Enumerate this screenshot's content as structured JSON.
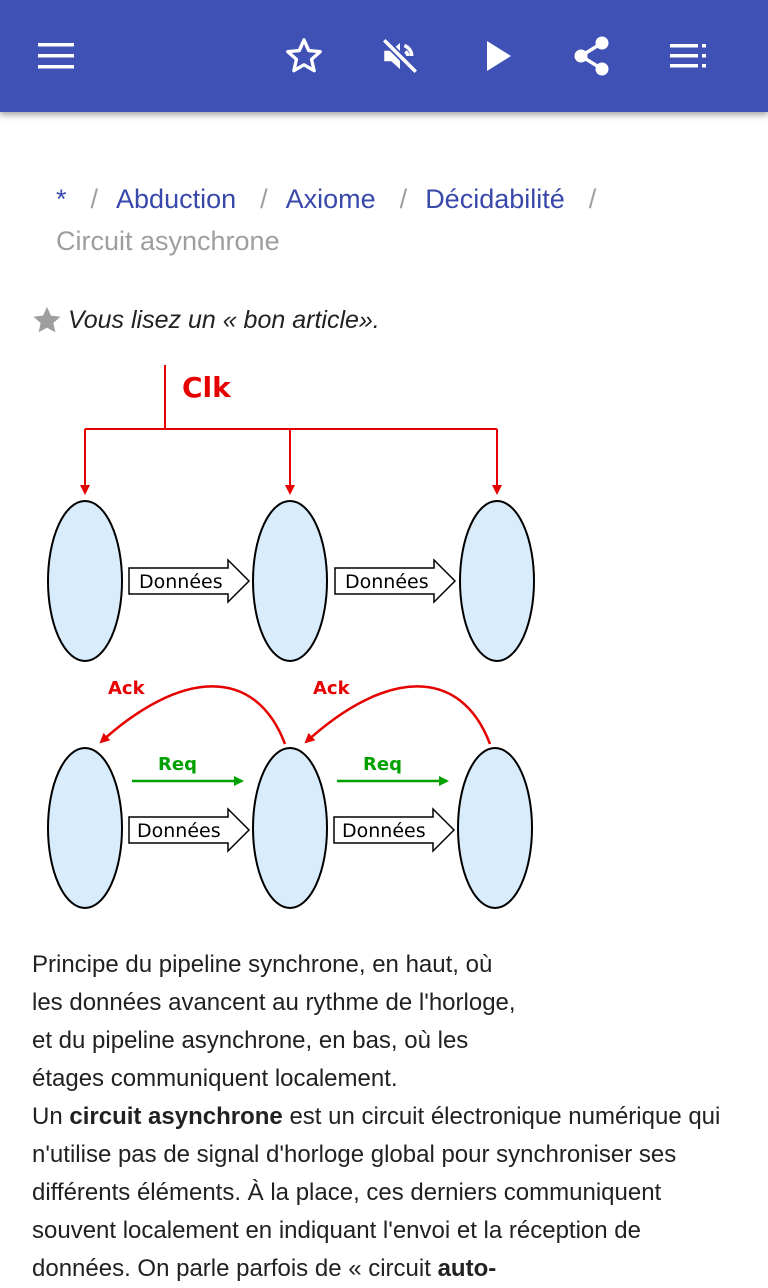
{
  "appbar": {
    "bg_color": "#3f51b5",
    "icons": [
      "menu-icon",
      "star-outline-icon",
      "volume-off-icon",
      "play-icon",
      "share-icon",
      "list-icon"
    ]
  },
  "breadcrumb": {
    "items": [
      "*",
      "Abduction",
      "Axiome",
      "Décidabilité"
    ],
    "separator": "/",
    "current": "Circuit asynchrone",
    "link_color": "#3949ab"
  },
  "good_article": {
    "text": "Vous lisez un « bon article»."
  },
  "diagram": {
    "clk_label": "Clk",
    "data_label": "Données",
    "ack_label": "Ack",
    "req_label": "Req",
    "colors": {
      "clk": "#e60000",
      "ack": "#e60000",
      "req": "#00a000",
      "stage_fill": "#d9ecfb"
    }
  },
  "caption": {
    "lines": [
      "Principe du pipeline synchrone, en haut, où",
      "les données avancent au rythme de l'horloge,",
      "et du pipeline asynchrone, en bas, où les",
      "étages communiquent localement."
    ]
  },
  "body": {
    "intro": "Un ",
    "term": "circuit asynchrone",
    "p1": " est un circuit électronique numérique qui n'utilise pas de signal d'horloge global pour synchroniser ses différents éléments. À la place, ces derniers communiquent souvent localement en indiquant l'envoi et la réception de données. On parle parfois de « circuit ",
    "term2": "auto-"
  }
}
